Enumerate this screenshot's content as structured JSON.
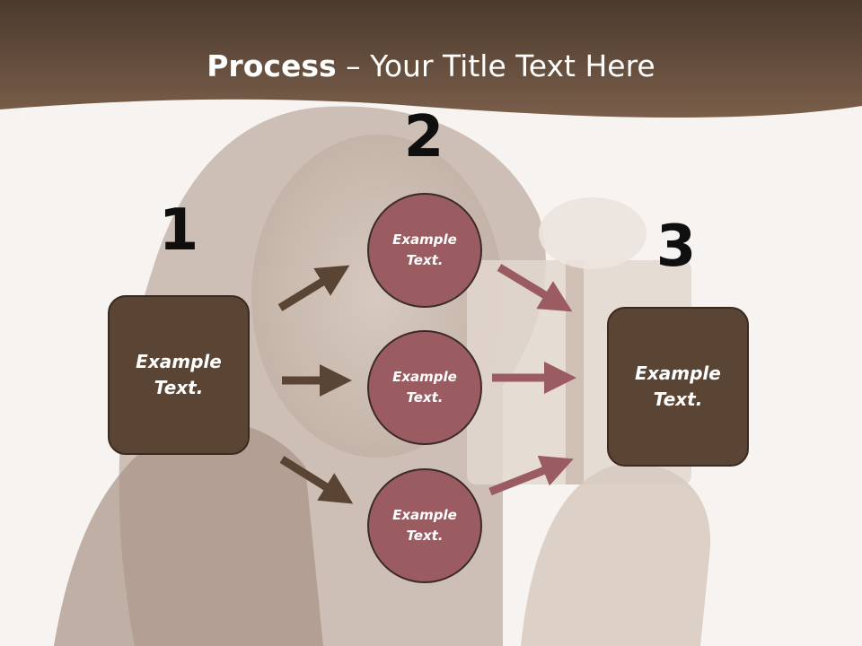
{
  "slide": {
    "title_bold": "Process",
    "title_rest": " – Your Title Text Here",
    "colors": {
      "header": "#6b5242",
      "box_fill": "#5a4434",
      "circle_fill": "#9a5c60",
      "arrow_left": "#5a4434",
      "arrow_right": "#9a5c60"
    }
  },
  "steps": [
    {
      "number": "1",
      "label": "Example\nText."
    },
    {
      "number": "2",
      "circles": [
        {
          "label": "Example\nText."
        },
        {
          "label": "Example\nText."
        },
        {
          "label": "Example\nText."
        }
      ]
    },
    {
      "number": "3",
      "label": "Example\nText."
    }
  ]
}
